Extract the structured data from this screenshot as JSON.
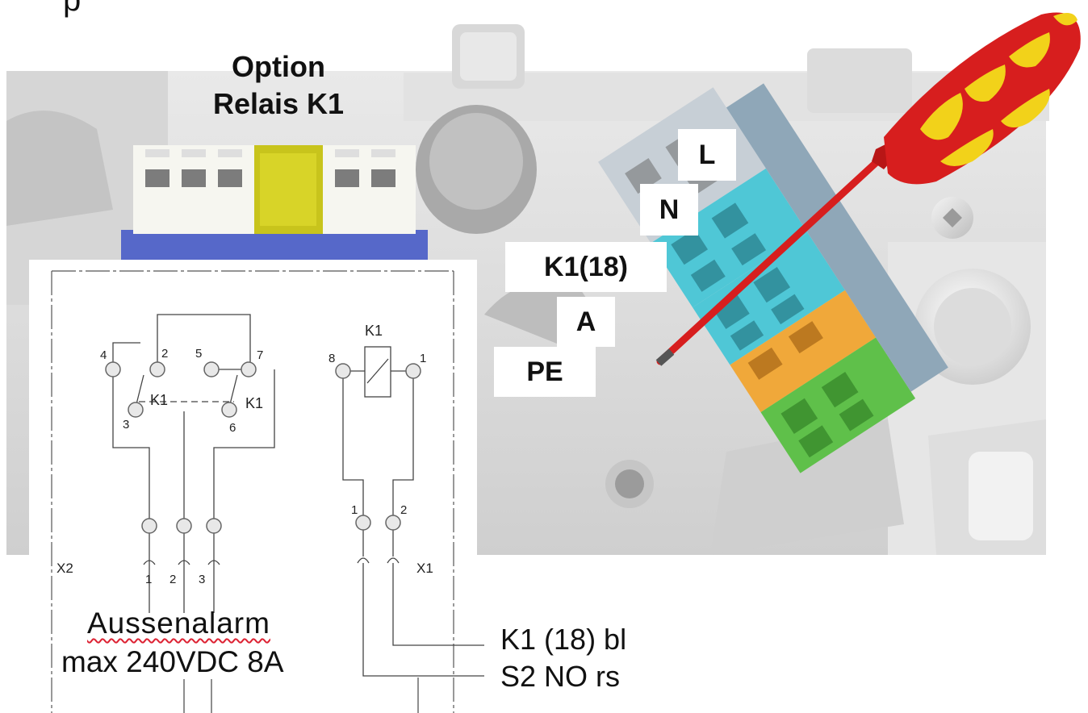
{
  "header": {
    "partial_text": "p"
  },
  "photo": {
    "option_title_line1": "Option",
    "option_title_line2": "Relais K1",
    "terminal_labels": [
      "L",
      "N",
      "K1(18)",
      "A",
      "PE"
    ]
  },
  "schematic": {
    "left_block": {
      "pins_top": [
        "4",
        "2",
        "5",
        "7"
      ],
      "pins_bottom": [
        "3",
        "6"
      ],
      "relay_labels": [
        "K1",
        "K1"
      ],
      "connector": "X2",
      "connector_pins": [
        "1",
        "2",
        "3"
      ]
    },
    "right_block": {
      "coil_label": "K1",
      "pins": [
        "8",
        "1"
      ],
      "connector": "X1",
      "connector_pins": [
        "1",
        "2"
      ]
    },
    "alarm_line1": "Aussenalarm",
    "alarm_line2": "max 240VDC 8A",
    "wire_labels": [
      "K1 (18) bl",
      "S2 NO rs"
    ]
  },
  "colors": {
    "terminal_grey": "#c7cfd6",
    "terminal_blue": "#4fc7d6",
    "terminal_orange": "#f0a83a",
    "terminal_green": "#5fc04a",
    "screwdriver_red": "#d71e1e",
    "screwdriver_yellow": "#f2d21a",
    "relay_base_blue": "#5668c9",
    "relay_yellow": "#c8c41c"
  }
}
